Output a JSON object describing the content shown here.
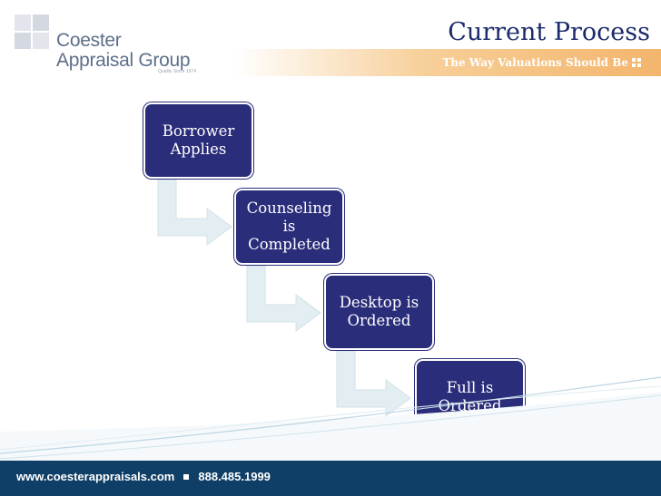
{
  "header": {
    "logo": {
      "name_line1": "Coester",
      "name_line2": "Appraisal Group",
      "tagline_small": "Quality Since 1974"
    },
    "title": "Current Process",
    "band_text": "The Way Valuations Should Be"
  },
  "flow": {
    "steps": [
      {
        "label": "Borrower\nApplies"
      },
      {
        "label": "Counseling\nis\nCompleted"
      },
      {
        "label": "Desktop is\nOrdered"
      },
      {
        "label": "Full is\nOrdered"
      }
    ]
  },
  "footer": {
    "website": "www.coesterappraisals.com",
    "phone": "888.485.1999"
  },
  "colors": {
    "box": "#2a2d7a",
    "title": "#1b2a6c",
    "footer": "#0f3e66",
    "band": "#f3b56c",
    "connector": "#e3eef3"
  }
}
